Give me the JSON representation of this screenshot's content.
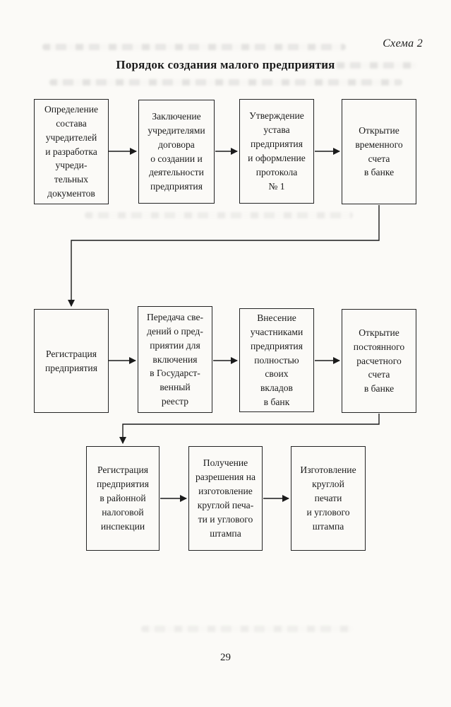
{
  "page": {
    "scheme_label": "Схема 2",
    "title": "Порядок создания малого предприятия",
    "page_number": "29"
  },
  "flowchart": {
    "type": "flowchart",
    "boxes": [
      {
        "id": "define-founders",
        "text": "Определение\nсостава\nучредителей\nи разработка\nучреди-\nтельных\nдокументов"
      },
      {
        "id": "founders-agreement",
        "text": "Заключение\nучредителями\nдоговора\nо создании и\nдеятельности\nпредприятия"
      },
      {
        "id": "approve-charter",
        "text": "Утверждение\nустава\nпредприятия\nи оформление\nпротокола\n№ 1"
      },
      {
        "id": "open-temp-account",
        "text": "Открытие\nвременного\nсчета\nв банке"
      },
      {
        "id": "register-enterprise",
        "text": "Регистрация\nпредприятия"
      },
      {
        "id": "state-register",
        "text": "Передача све-\nдений о пред-\nприятии для\nвключения\nв Государст-\nвенный\nреестр"
      },
      {
        "id": "deposit-contributions",
        "text": "Внесение\nучастниками\nпредприятия\nполностью\nсвоих\nвкладов\nв банк"
      },
      {
        "id": "open-permanent-account",
        "text": "Открытие\nпостоянного\nрасчетного\nсчета\nв банке"
      },
      {
        "id": "tax-registration",
        "text": "Регистрация\nпредприятия\nв районной\nналоговой\nинспекции"
      },
      {
        "id": "seal-permission",
        "text": "Получение\nразрешения на\nизготовление\nкруглой печа-\nти и углового\nштампа"
      },
      {
        "id": "seal-production",
        "text": "Изготовление\nкруглой\nпечати\nи углового\nштампа"
      }
    ],
    "edges": [
      "define-founders -> founders-agreement",
      "founders-agreement -> approve-charter",
      "approve-charter -> open-temp-account",
      "open-temp-account -> register-enterprise",
      "register-enterprise -> state-register",
      "state-register -> deposit-contributions",
      "deposit-contributions -> open-permanent-account",
      "open-permanent-account -> tax-registration",
      "tax-registration -> seal-permission",
      "seal-permission -> seal-production"
    ]
  },
  "colors": {
    "ink": "#1b1b1b",
    "paper": "#fbfaf7",
    "box_border": "#242424"
  }
}
